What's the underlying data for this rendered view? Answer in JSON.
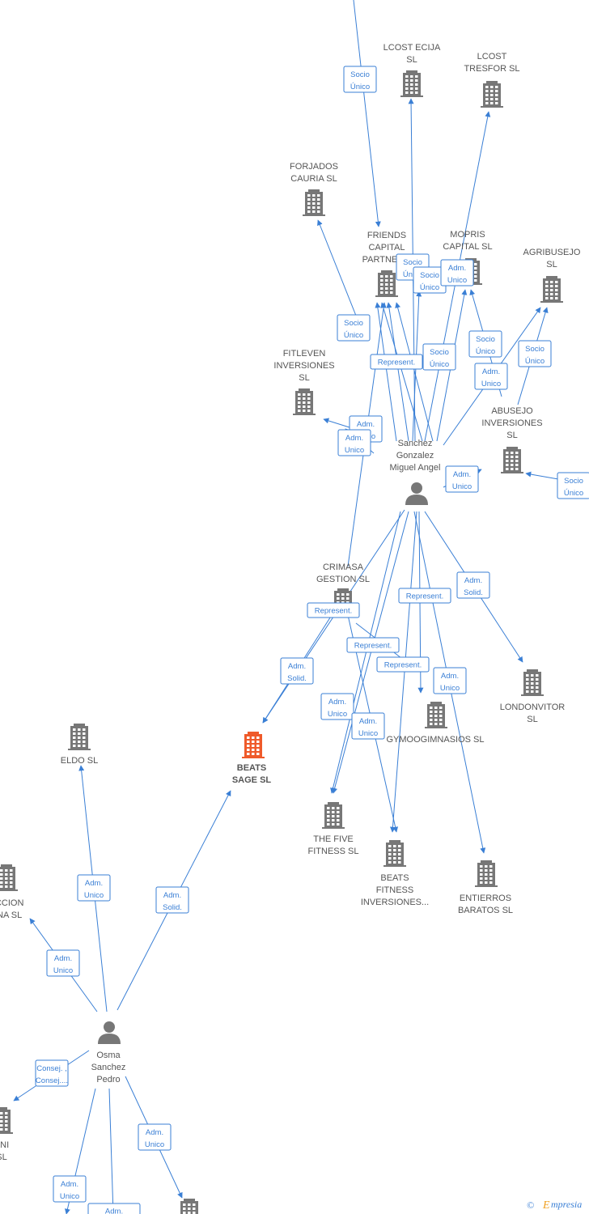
{
  "companies": [
    {
      "id": "lcost-ecija",
      "lines": [
        "LCOST ECIJA",
        "SL"
      ],
      "focus": false
    },
    {
      "id": "lcost-tresfor",
      "lines": [
        "LCOST",
        "TRESFOR SL"
      ],
      "focus": false
    },
    {
      "id": "forjados-cauria",
      "lines": [
        "FORJADOS",
        "CAURIA SL"
      ],
      "focus": false
    },
    {
      "id": "friends-capital",
      "lines": [
        "FRIENDS",
        "CAPITAL",
        "PARTNER..."
      ],
      "focus": false
    },
    {
      "id": "mopris-capital",
      "lines": [
        "MOPRIS",
        "CAPITAL SL"
      ],
      "focus": false
    },
    {
      "id": "agribusejo",
      "lines": [
        "AGRIBUSEJO",
        "SL"
      ],
      "focus": false
    },
    {
      "id": "fitleven",
      "lines": [
        "FITLEVEN",
        "INVERSIONES",
        "SL"
      ],
      "focus": false
    },
    {
      "id": "abusejo",
      "lines": [
        "ABUSEJO",
        "INVERSIONES",
        "SL"
      ],
      "focus": false
    },
    {
      "id": "crimasa",
      "lines": [
        "CRIMASA",
        "GESTION SL"
      ],
      "focus": false
    },
    {
      "id": "londonvitor",
      "lines": [
        "LONDONVITOR",
        "SL"
      ],
      "focus": false
    },
    {
      "id": "gymoogimnasios",
      "lines": [
        "GYMOOGIMNASIOS SL"
      ],
      "focus": false
    },
    {
      "id": "eldo",
      "lines": [
        "ELDO SL"
      ],
      "focus": false
    },
    {
      "id": "beats-sage",
      "lines": [
        "BEATS",
        "SAGE SL"
      ],
      "focus": true
    },
    {
      "id": "the-five",
      "lines": [
        "THE FIVE",
        "FITNESS SL"
      ],
      "focus": false
    },
    {
      "id": "beats-fitness",
      "lines": [
        "BEATS",
        "FITNESS",
        "INVERSIONES..."
      ],
      "focus": false
    },
    {
      "id": "entierros",
      "lines": [
        "ENTIERROS",
        "BARATOS SL"
      ],
      "focus": false
    },
    {
      "id": "accion-ana",
      "lines": [
        "ACCION",
        "ANA SL"
      ],
      "focus": false
    },
    {
      "id": "ani",
      "lines": [
        "ANI",
        "SL"
      ],
      "focus": false
    },
    {
      "id": "bottom-company",
      "lines": [],
      "focus": false
    }
  ],
  "persons": [
    {
      "id": "sanchez",
      "lines": [
        "Sanchez",
        "Gonzalez",
        "Miguel Angel"
      ]
    },
    {
      "id": "osma",
      "lines": [
        "Osma",
        "Sanchez",
        "Pedro"
      ]
    }
  ],
  "relations": [
    {
      "id": "r1",
      "lines": [
        "Socio",
        "Único"
      ]
    },
    {
      "id": "r2",
      "lines": [
        "Socio",
        "Único"
      ]
    },
    {
      "id": "r3",
      "lines": [
        "Socio",
        "Único"
      ]
    },
    {
      "id": "r4",
      "lines": [
        "Adm.",
        "Unico"
      ]
    },
    {
      "id": "r5",
      "lines": [
        "Socio",
        "Único"
      ]
    },
    {
      "id": "r6",
      "lines": [
        "Represent."
      ]
    },
    {
      "id": "r7",
      "lines": [
        "Socio",
        "Único"
      ]
    },
    {
      "id": "r8",
      "lines": [
        "Socio",
        "Único"
      ]
    },
    {
      "id": "r9",
      "lines": [
        "Socio",
        "Único"
      ]
    },
    {
      "id": "r10",
      "lines": [
        "Adm.",
        "Unico"
      ]
    },
    {
      "id": "r11",
      "lines": [
        "Adm.",
        "Unico"
      ]
    },
    {
      "id": "r12",
      "lines": [
        "Adm.",
        "Unico"
      ]
    },
    {
      "id": "r13",
      "lines": [
        "Adm.",
        "Unico"
      ]
    },
    {
      "id": "r14",
      "lines": [
        "Socio",
        "Único"
      ]
    },
    {
      "id": "r15",
      "lines": [
        "Adm.",
        "Solid."
      ]
    },
    {
      "id": "r16",
      "lines": [
        "Represent."
      ]
    },
    {
      "id": "r17",
      "lines": [
        "Represent."
      ]
    },
    {
      "id": "r18",
      "lines": [
        "Represent."
      ]
    },
    {
      "id": "r19",
      "lines": [
        "Represent."
      ]
    },
    {
      "id": "r20",
      "lines": [
        "Adm.",
        "Solid."
      ]
    },
    {
      "id": "r21",
      "lines": [
        "Adm.",
        "Unico"
      ]
    },
    {
      "id": "r22",
      "lines": [
        "Adm.",
        "Unico"
      ]
    },
    {
      "id": "r23",
      "lines": [
        "Adm.",
        "Unico"
      ]
    },
    {
      "id": "r24",
      "lines": [
        "Adm.",
        "Unico"
      ]
    },
    {
      "id": "r25",
      "lines": [
        "Adm.",
        "Solid."
      ]
    },
    {
      "id": "r26",
      "lines": [
        "Adm.",
        "Unico"
      ]
    },
    {
      "id": "r27",
      "lines": [
        "Consej. ,",
        "Consej...."
      ]
    },
    {
      "id": "r28",
      "lines": [
        "Adm.",
        "Unico"
      ]
    },
    {
      "id": "r29",
      "lines": [
        "Adm.",
        "Unico"
      ]
    },
    {
      "id": "r30",
      "lines": [
        "Adm."
      ]
    }
  ],
  "brand": {
    "copyright": "©",
    "name": "mpresia",
    "initial": "E"
  },
  "colors": {
    "edge": "#3a7fd5",
    "node": "#777777",
    "focus": "#ef5a2a",
    "text": "#555555"
  }
}
